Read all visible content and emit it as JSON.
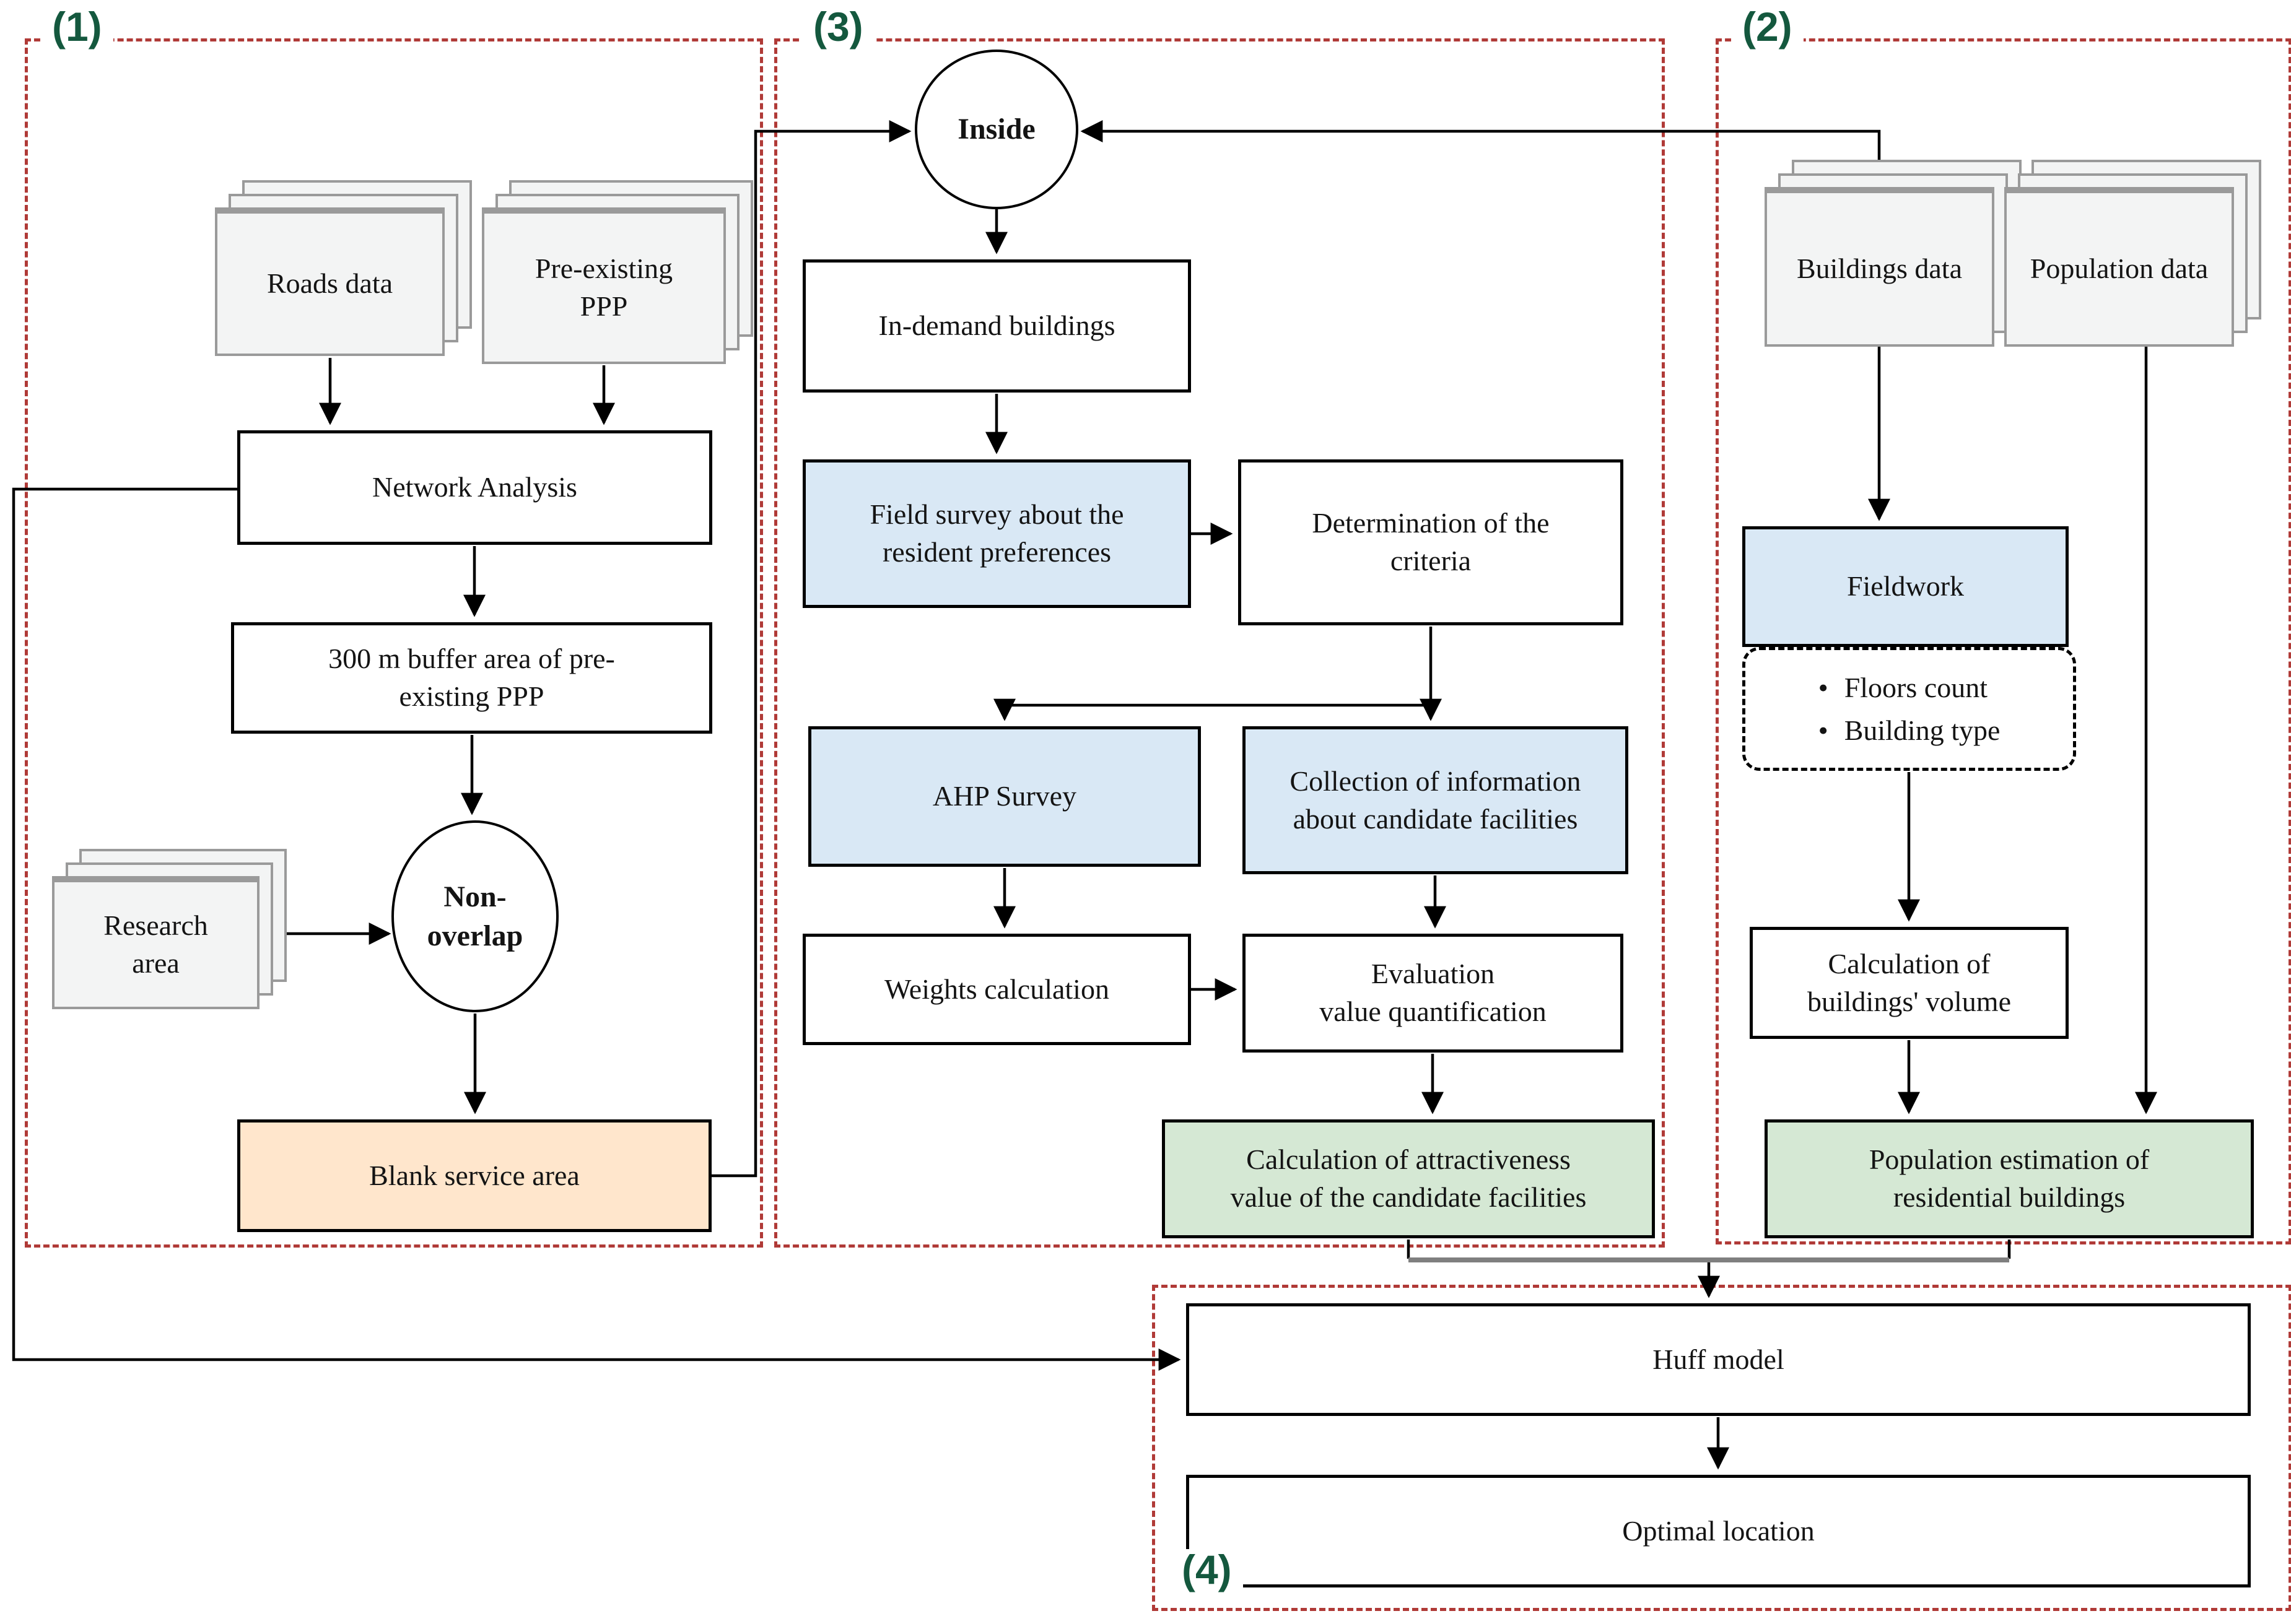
{
  "title": "Methodology flowchart",
  "colors": {
    "highlight_blue": "#d9e8f5",
    "highlight_green": "#d5e8d4",
    "highlight_orange": "#ffe6cc",
    "section_border_red": "#b03a37",
    "section_label_green": "#14583e",
    "connector_black": "#000000",
    "connector_gray": "#7f7f7f"
  },
  "sections": {
    "s1": {
      "label": "(1)"
    },
    "s2": {
      "label": "(2)"
    },
    "s3": {
      "label": "(3)"
    },
    "s4": {
      "label": "(4)"
    }
  },
  "nodes": {
    "roads_data": {
      "label": "Roads data"
    },
    "pre_existing_ppp": {
      "label": "Pre-existing\nPPP"
    },
    "network_analysis": {
      "label": "Network Analysis"
    },
    "buffer_300m": {
      "label": "300 m buffer area of pre-\nexisting PPP"
    },
    "research_area": {
      "label": "Research\narea"
    },
    "non_overlap": {
      "label": "Non-\noverlap"
    },
    "blank_service_area": {
      "label": "Blank service area"
    },
    "inside": {
      "label": "Inside"
    },
    "in_demand_buildings": {
      "label": "In-demand buildings"
    },
    "field_survey": {
      "label": "Field survey about the\nresident preferences"
    },
    "determination_criteria": {
      "label": "Determination of the\ncriteria"
    },
    "ahp_survey": {
      "label": "AHP Survey"
    },
    "collection_info": {
      "label": "Collection of information\nabout candidate facilities"
    },
    "weights_calculation": {
      "label": "Weights calculation"
    },
    "evaluation_value": {
      "label": "Evaluation\nvalue quantification"
    },
    "attractiveness": {
      "label": "Calculation of attractiveness\nvalue of the candidate facilities"
    },
    "buildings_data": {
      "label": "Buildings data"
    },
    "population_data": {
      "label": "Population data"
    },
    "fieldwork": {
      "label": "Fieldwork"
    },
    "fieldwork_details": {
      "items": [
        "Floors count",
        "Building type"
      ]
    },
    "buildings_volume": {
      "label": "Calculation of\nbuildings' volume"
    },
    "population_estimation": {
      "label": "Population estimation of\nresidential buildings"
    },
    "huff_model": {
      "label": "Huff model"
    },
    "optimal_location": {
      "label": "Optimal location"
    }
  }
}
